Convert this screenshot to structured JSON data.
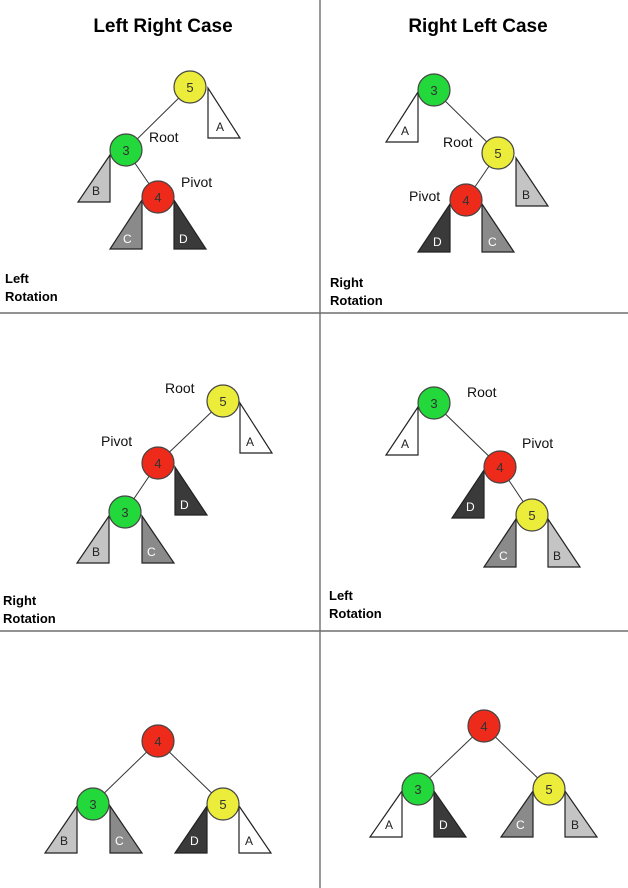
{
  "titles": {
    "left": "Left Right Case",
    "right": "Right Left Case"
  },
  "role_labels": {
    "root": "Root",
    "pivot": "Pivot"
  },
  "captions": {
    "tl_line1": "Left",
    "tl_line2": "Rotation",
    "tr_line1": "Right",
    "tr_line2": "Rotation",
    "ml_line1": "Right",
    "ml_line2": "Rotation",
    "mr_line1": "Left",
    "mr_line2": "Rotation"
  },
  "nodes": {
    "tl_5": "5",
    "tl_3": "3",
    "tl_4": "4",
    "tr_3": "3",
    "tr_5": "5",
    "tr_4": "4",
    "ml_5": "5",
    "ml_4": "4",
    "ml_3": "3",
    "mr_3": "3",
    "mr_4": "4",
    "mr_5": "5",
    "bl_4": "4",
    "bl_3": "3",
    "bl_5": "5",
    "br_4": "4",
    "br_3": "3",
    "br_5": "5"
  },
  "subtrees": {
    "tl_A": "A",
    "tl_B": "B",
    "tl_C": "C",
    "tl_D": "D",
    "tr_A": "A",
    "tr_B": "B",
    "tr_D": "D",
    "tr_C": "C",
    "ml_A": "A",
    "ml_D": "D",
    "ml_B": "B",
    "ml_C": "C",
    "mr_A": "A",
    "mr_D": "D",
    "mr_C": "C",
    "mr_B": "B",
    "bl_B": "B",
    "bl_C": "C",
    "bl_D": "D",
    "bl_A": "A",
    "br_A": "A",
    "br_D": "D",
    "br_C": "C",
    "br_B": "B"
  },
  "colors": {
    "node_yellow": "#ecec3a",
    "node_green": "#22d83a",
    "node_red": "#ee2a1a",
    "subtree_A": "#ffffff",
    "subtree_B": "#c4c4c4",
    "subtree_C": "#8a8a8a",
    "subtree_D": "#3a3a3a"
  }
}
